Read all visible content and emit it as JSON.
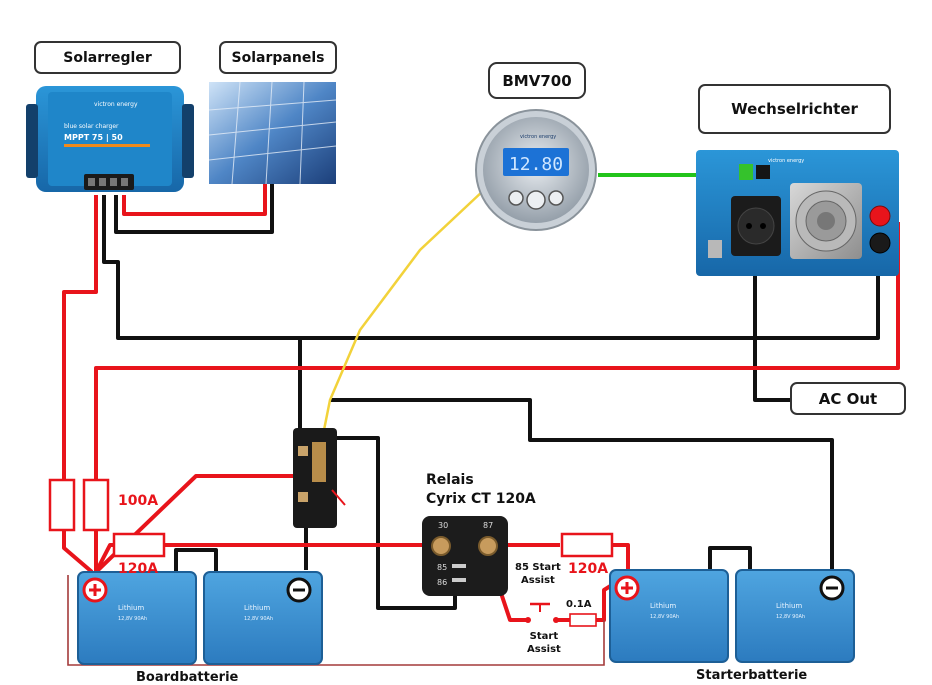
{
  "labels": {
    "solar_controller": "Solarregler",
    "solar_panels": "Solarpanels",
    "battery_monitor": "BMV700",
    "inverter": "Wechselrichter",
    "ac_out": "AC Out",
    "relay_line1": "Relais",
    "relay_line2": "Cyrix CT 120A",
    "fuse_100a": "100A",
    "fuse_120a_left": "120A",
    "fuse_120a_right": "120A",
    "start_assist_terminal": "85 Start\nAssist",
    "start_assist_switch": "Start\nAssist",
    "fuse_small": "0.1A",
    "house_battery": "Boardbatterie",
    "starter_battery": "Starterbatterie"
  },
  "device_text": {
    "mppt_brand": "victron energy",
    "mppt_line1": "blue solar charger",
    "mppt_model": "MPPT 75 | 50",
    "bmv_brand": "victron energy",
    "bmv_display": "12.80",
    "inverter_brand": "victron energy",
    "relay_pin_30": "30",
    "relay_pin_87": "87",
    "relay_pin_85": "85",
    "relay_pin_86": "86",
    "battery_model": "Lithium",
    "battery_sub": "12,8V 90Ah"
  },
  "colors": {
    "positive_wire": "#e8141b",
    "negative_wire": "#111111",
    "bmv_signal_wire": "#f2d23a",
    "inverter_link_wire": "#22c41a",
    "device_blue": "#1f86c9",
    "battery_blue": "#3a8fd0"
  },
  "icons": {
    "plus": "plus-terminal-icon",
    "minus": "minus-terminal-icon"
  }
}
